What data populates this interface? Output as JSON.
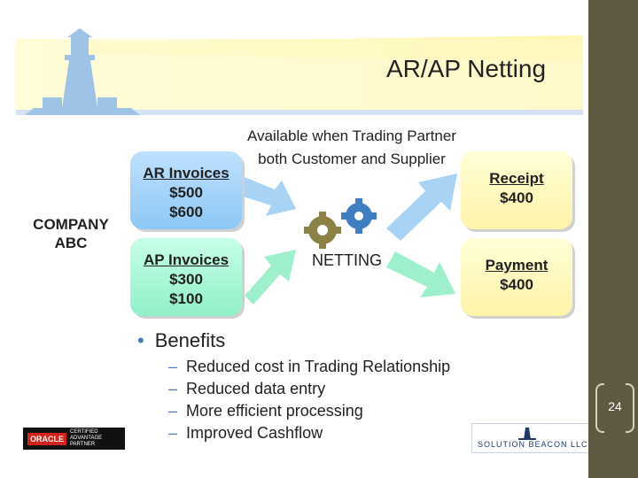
{
  "slide": {
    "title": "AR/AP Netting",
    "availability_line1": "Available when Trading Partner",
    "availability_line2": "both Customer and Supplier",
    "company_line1": "COMPANY",
    "company_line2": "ABC",
    "netting_label": "NETTING",
    "ar_box": {
      "heading": "AR Invoices",
      "values": [
        "$500",
        "$600"
      ]
    },
    "ap_box": {
      "heading": "AP Invoices",
      "values": [
        "$300",
        "$100"
      ]
    },
    "receipt_box": {
      "heading": "Receipt",
      "value": "$400"
    },
    "payment_box": {
      "heading": "Payment",
      "value": "$400"
    },
    "benefits_title": "Benefits",
    "benefits": [
      "Reduced cost in Trading Relationship",
      "Reduced data entry",
      "More efficient processing",
      "Improved Cashflow"
    ],
    "page_number": "24",
    "oracle_logo": "ORACLE",
    "oracle_badge_line1": "CERTIFIED ADVANTAGE",
    "oracle_badge_line2": "PARTNER",
    "solution_beacon_logo": "SOLUTION BEACON LLC"
  },
  "colors": {
    "sidebar": "#615a43",
    "ar_box": "#8ec8f4",
    "ap_box": "#8ff0c6",
    "result_box": "#fff3a8",
    "banner": "#fffbd0",
    "lighthouse": "#9fc3e6"
  }
}
